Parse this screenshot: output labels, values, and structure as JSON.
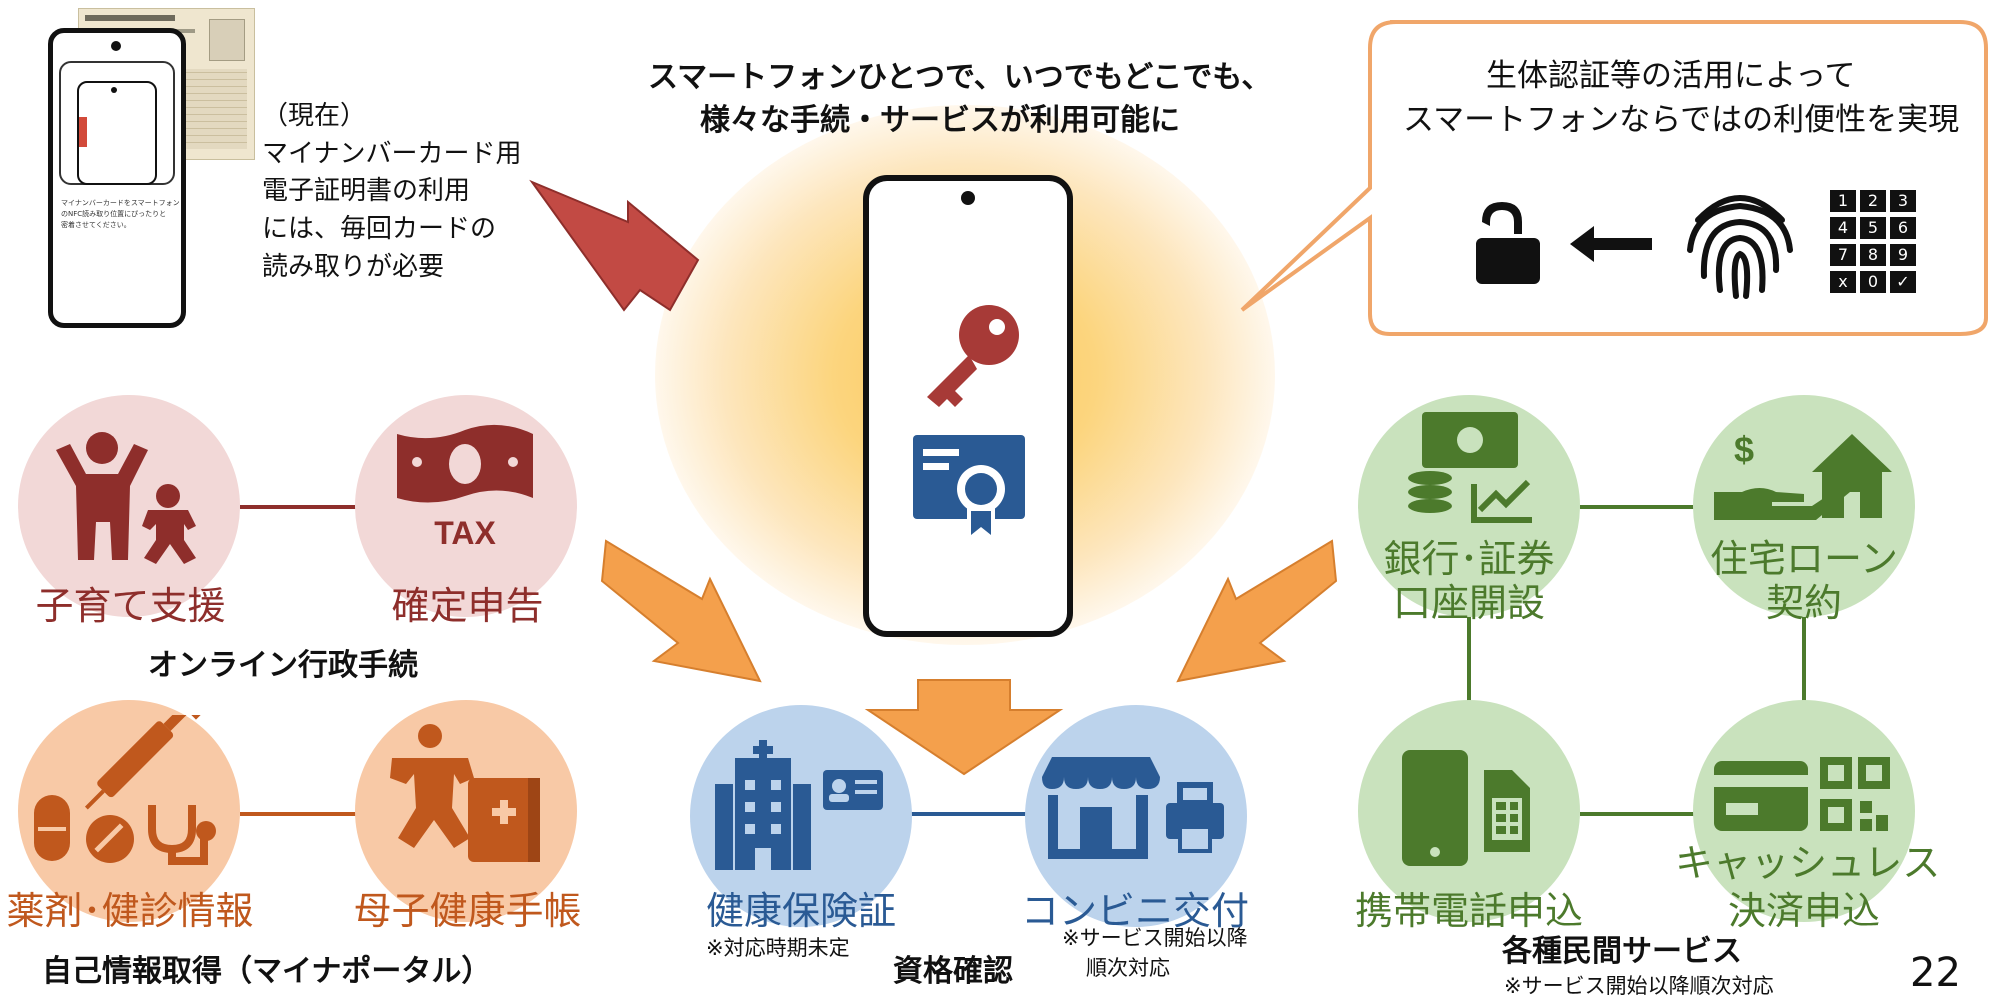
{
  "headline": {
    "line1": "スマートフォンひとつで、いつでもどこでも、",
    "line2": "様々な手続・サービスが利用可能に"
  },
  "current_note": {
    "line1": "（現在）",
    "line2": "マイナンバーカード用",
    "line3": "電子証明書の利用",
    "line4": "には、毎回カードの",
    "line5": "読み取りが必要"
  },
  "phone_small_text": {
    "line1": "マイナンバーカードをスマートフォン",
    "line2": "のNFC読み取り位置にぴったりと",
    "line3": "密着させてください。"
  },
  "bubble": {
    "line1": "生体認証等の活用によって",
    "line2": "スマートフォンならではの利便性を実現"
  },
  "keypad": [
    "1",
    "2",
    "3",
    "4",
    "5",
    "6",
    "7",
    "8",
    "9",
    "x",
    "0",
    "✓"
  ],
  "online_admin": {
    "group_label": "オンライン行政手続",
    "items": [
      {
        "label": "子育て支援",
        "icon": "parent-child-icon"
      },
      {
        "label": "確定申告",
        "icon": "tax-banknote-icon"
      }
    ],
    "tax_text": "TAX"
  },
  "self_info": {
    "group_label": "自己情報取得（マイナポータル）",
    "items": [
      {
        "label": "薬剤･健診情報",
        "icon": "medical-icon"
      },
      {
        "label": "母子健康手帳",
        "icon": "baby-handbook-icon"
      }
    ]
  },
  "qualification": {
    "group_label": "資格確認",
    "items": [
      {
        "label": "健康保険証",
        "note": "※対応時期未定",
        "icon": "hospital-icon"
      },
      {
        "label": "コンビニ交付",
        "note_line1": "※サービス開始以降",
        "note_line2": "順次対応",
        "icon": "store-printer-icon"
      }
    ]
  },
  "private_services": {
    "group_label": "各種民間サービス",
    "note": "※サービス開始以降順次対応",
    "items": [
      {
        "label_line1": "銀行･証券",
        "label_line2": "口座開設",
        "icon": "bank-securities-icon"
      },
      {
        "label_line1": "住宅ローン",
        "label_line2": "契約",
        "icon": "home-loan-icon"
      },
      {
        "label_line1": "携帯電話申込",
        "icon": "mobile-phone-icon"
      },
      {
        "label_line1": "キャッシュレス",
        "label_line2": "決済申込",
        "icon": "cashless-icon"
      }
    ]
  },
  "page_number": "22",
  "colors": {
    "red": "#8e2e2b",
    "red_circle": "#f2d8d7",
    "orange": "#c0581d",
    "orange_circle": "#f8c9a6",
    "blue": "#2a5a94",
    "blue_circle": "#bcd3ec",
    "green": "#4c7a2c",
    "green_circle": "#c9e2bd",
    "arrow_orange": "#f4a04c",
    "arrow_red": "#c24a44"
  }
}
